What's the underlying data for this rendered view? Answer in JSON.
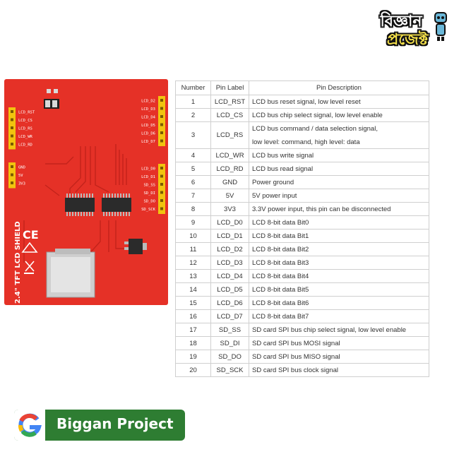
{
  "brand_top": {
    "line1": "বিজ্ঞান",
    "line2": "প্রজেক্ট"
  },
  "board": {
    "silkscreen_title": "2.4\" TFT LCD SHIELD",
    "left_header_top": [
      "LCD_RST",
      "LCD_CS",
      "LCD_RS",
      "LCD_WR",
      "LCD_RD"
    ],
    "left_header_bottom": [
      "GND",
      "5V",
      "3V3"
    ],
    "right_header_top": [
      "LCD_D2",
      "LCD_D3",
      "LCD_D4",
      "LCD_D5",
      "LCD_D6",
      "LCD_D7"
    ],
    "right_header_bottom": [
      "LCD_D0",
      "LCD_D1",
      "SD_SS",
      "SD_DI",
      "SD_DO",
      "SD_SCK"
    ],
    "colors": {
      "pcb": "#e8332a",
      "header": "#f1c40f",
      "chip": "#2b2b2b",
      "sd_slot": "#cfcfcf"
    }
  },
  "table": {
    "headers": [
      "Number",
      "Pin Label",
      "Pin Description"
    ],
    "rows": [
      {
        "num": "1",
        "label": "LCD_RST",
        "desc": "LCD bus reset signal, low level reset"
      },
      {
        "num": "2",
        "label": "LCD_CS",
        "desc": "LCD bus chip select signal, low level enable"
      },
      {
        "num": "3",
        "label": "LCD_RS",
        "desc": "LCD bus command / data selection signal,",
        "desc2": "low level: command, high level: data"
      },
      {
        "num": "4",
        "label": "LCD_WR",
        "desc": "LCD bus write signal"
      },
      {
        "num": "5",
        "label": "LCD_RD",
        "desc": "LCD bus read signal"
      },
      {
        "num": "6",
        "label": "GND",
        "desc": "Power ground"
      },
      {
        "num": "7",
        "label": "5V",
        "desc": "5V power input"
      },
      {
        "num": "8",
        "label": "3V3",
        "desc": "3.3V power input, this pin can be disconnected"
      },
      {
        "num": "9",
        "label": "LCD_D0",
        "desc": "LCD 8-bit data Bit0"
      },
      {
        "num": "10",
        "label": "LCD_D1",
        "desc": "LCD 8-bit data Bit1"
      },
      {
        "num": "11",
        "label": "LCD_D2",
        "desc": "LCD 8-bit data Bit2"
      },
      {
        "num": "12",
        "label": "LCD_D3",
        "desc": "LCD 8-bit data Bit3"
      },
      {
        "num": "13",
        "label": "LCD_D4",
        "desc": "LCD 8-bit data Bit4"
      },
      {
        "num": "14",
        "label": "LCD_D5",
        "desc": "LCD 8-bit data Bit5"
      },
      {
        "num": "15",
        "label": "LCD_D6",
        "desc": "LCD 8-bit data Bit6"
      },
      {
        "num": "16",
        "label": "LCD_D7",
        "desc": "LCD 8-bit data Bit7"
      },
      {
        "num": "17",
        "label": "SD_SS",
        "desc": "SD card SPI bus chip select signal, low level enable"
      },
      {
        "num": "18",
        "label": "SD_DI",
        "desc": "SD card SPI bus MOSI signal"
      },
      {
        "num": "19",
        "label": "SD_DO",
        "desc": "SD card SPI bus MISO signal"
      },
      {
        "num": "20",
        "label": "SD_SCK",
        "desc": "SD card SPI bus clock signal"
      }
    ]
  },
  "badge": {
    "text": "Biggan Project",
    "color": "#2e7d32"
  }
}
